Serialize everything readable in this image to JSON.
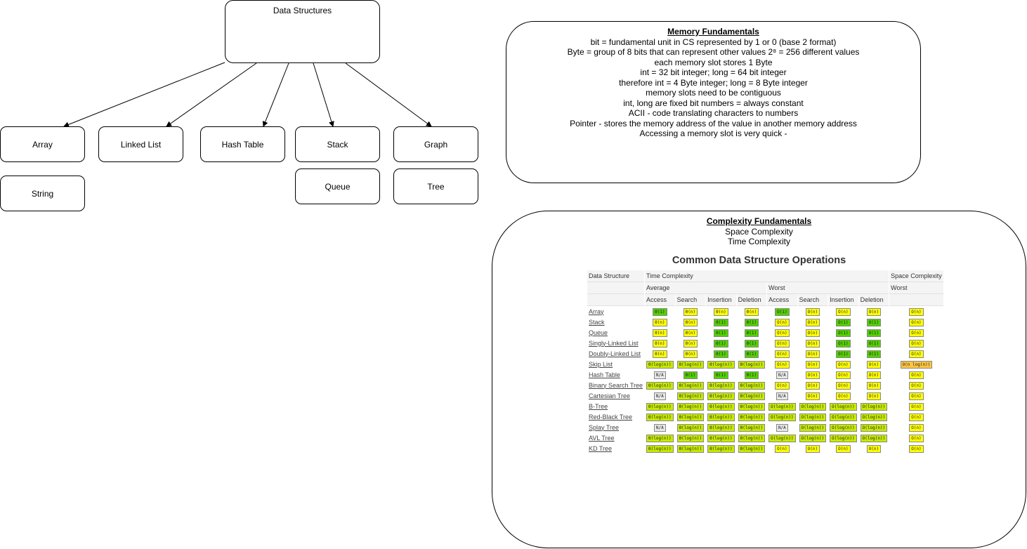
{
  "diagram": {
    "root": "Data Structures",
    "nodes": {
      "array": "Array",
      "linked_list": "Linked List",
      "hash_table": "Hash Table",
      "stack": "Stack",
      "graph": "Graph",
      "string": "String",
      "queue": "Queue",
      "tree": "Tree"
    }
  },
  "memory": {
    "title": "Memory Fundamentals",
    "lines": [
      "bit = fundamental unit in CS represented by 1 or 0 (base 2 format)",
      "Byte = group of 8 bits that can represent other values 2⁸ = 256 different values",
      "each memory slot stores 1 Byte",
      "int = 32 bit integer; long = 64 bit integer",
      "therefore int = 4 Byte integer; long = 8 Byte integer",
      "memory slots need to be contiguous",
      "int, long are fixed bit numbers = always constant",
      "ACII - code translating characters to numbers",
      "Pointer - stores the memory address of the value in another memory address",
      "Accessing a memory slot is very quick -"
    ]
  },
  "complexity": {
    "title": "Complexity Fundamentals",
    "lines": [
      "Space Complexity",
      "Time Complexity"
    ],
    "table_title": "Common Data Structure Operations",
    "headers": {
      "data_structure": "Data Structure",
      "time": "Time Complexity",
      "space": "Space Complexity",
      "average": "Average",
      "worst": "Worst",
      "worst_space": "Worst",
      "ops": [
        "Access",
        "Search",
        "Insertion",
        "Deletion",
        "Access",
        "Search",
        "Insertion",
        "Deletion"
      ]
    },
    "colors": {
      "green": "#53d000",
      "lightgreen": "#c8ea00",
      "yellow": "#ffff00",
      "orange": "#ffc543",
      "na": "#e8e8e8"
    },
    "rows": [
      {
        "name": "Array",
        "cells": [
          [
            "Θ(1)",
            "green"
          ],
          [
            "Θ(n)",
            "yellow"
          ],
          [
            "Θ(n)",
            "yellow"
          ],
          [
            "Θ(n)",
            "yellow"
          ],
          [
            "O(1)",
            "green"
          ],
          [
            "O(n)",
            "yellow"
          ],
          [
            "O(n)",
            "yellow"
          ],
          [
            "O(n)",
            "yellow"
          ],
          [
            "O(n)",
            "yellow"
          ]
        ]
      },
      {
        "name": "Stack",
        "cells": [
          [
            "Θ(n)",
            "yellow"
          ],
          [
            "Θ(n)",
            "yellow"
          ],
          [
            "Θ(1)",
            "green"
          ],
          [
            "Θ(1)",
            "green"
          ],
          [
            "O(n)",
            "yellow"
          ],
          [
            "O(n)",
            "yellow"
          ],
          [
            "O(1)",
            "green"
          ],
          [
            "O(1)",
            "green"
          ],
          [
            "O(n)",
            "yellow"
          ]
        ]
      },
      {
        "name": "Queue",
        "cells": [
          [
            "Θ(n)",
            "yellow"
          ],
          [
            "Θ(n)",
            "yellow"
          ],
          [
            "Θ(1)",
            "green"
          ],
          [
            "Θ(1)",
            "green"
          ],
          [
            "O(n)",
            "yellow"
          ],
          [
            "O(n)",
            "yellow"
          ],
          [
            "O(1)",
            "green"
          ],
          [
            "O(1)",
            "green"
          ],
          [
            "O(n)",
            "yellow"
          ]
        ]
      },
      {
        "name": "Singly-Linked List",
        "cells": [
          [
            "Θ(n)",
            "yellow"
          ],
          [
            "Θ(n)",
            "yellow"
          ],
          [
            "Θ(1)",
            "green"
          ],
          [
            "Θ(1)",
            "green"
          ],
          [
            "O(n)",
            "yellow"
          ],
          [
            "O(n)",
            "yellow"
          ],
          [
            "O(1)",
            "green"
          ],
          [
            "O(1)",
            "green"
          ],
          [
            "O(n)",
            "yellow"
          ]
        ]
      },
      {
        "name": "Doubly-Linked List",
        "cells": [
          [
            "Θ(n)",
            "yellow"
          ],
          [
            "Θ(n)",
            "yellow"
          ],
          [
            "Θ(1)",
            "green"
          ],
          [
            "Θ(1)",
            "green"
          ],
          [
            "O(n)",
            "yellow"
          ],
          [
            "O(n)",
            "yellow"
          ],
          [
            "O(1)",
            "green"
          ],
          [
            "O(1)",
            "green"
          ],
          [
            "O(n)",
            "yellow"
          ]
        ]
      },
      {
        "name": "Skip List",
        "cells": [
          [
            "Θ(log(n))",
            "lightgreen"
          ],
          [
            "Θ(log(n))",
            "lightgreen"
          ],
          [
            "Θ(log(n))",
            "lightgreen"
          ],
          [
            "Θ(log(n))",
            "lightgreen"
          ],
          [
            "O(n)",
            "yellow"
          ],
          [
            "O(n)",
            "yellow"
          ],
          [
            "O(n)",
            "yellow"
          ],
          [
            "O(n)",
            "yellow"
          ],
          [
            "O(n log(n))",
            "orange"
          ]
        ]
      },
      {
        "name": "Hash Table",
        "cells": [
          [
            "N/A",
            "na"
          ],
          [
            "Θ(1)",
            "green"
          ],
          [
            "Θ(1)",
            "green"
          ],
          [
            "Θ(1)",
            "green"
          ],
          [
            "N/A",
            "na"
          ],
          [
            "O(n)",
            "yellow"
          ],
          [
            "O(n)",
            "yellow"
          ],
          [
            "O(n)",
            "yellow"
          ],
          [
            "O(n)",
            "yellow"
          ]
        ]
      },
      {
        "name": "Binary Search Tree",
        "cells": [
          [
            "Θ(log(n))",
            "lightgreen"
          ],
          [
            "Θ(log(n))",
            "lightgreen"
          ],
          [
            "Θ(log(n))",
            "lightgreen"
          ],
          [
            "Θ(log(n))",
            "lightgreen"
          ],
          [
            "O(n)",
            "yellow"
          ],
          [
            "O(n)",
            "yellow"
          ],
          [
            "O(n)",
            "yellow"
          ],
          [
            "O(n)",
            "yellow"
          ],
          [
            "O(n)",
            "yellow"
          ]
        ]
      },
      {
        "name": "Cartesian Tree",
        "cells": [
          [
            "N/A",
            "na"
          ],
          [
            "Θ(log(n))",
            "lightgreen"
          ],
          [
            "Θ(log(n))",
            "lightgreen"
          ],
          [
            "Θ(log(n))",
            "lightgreen"
          ],
          [
            "N/A",
            "na"
          ],
          [
            "O(n)",
            "yellow"
          ],
          [
            "O(n)",
            "yellow"
          ],
          [
            "O(n)",
            "yellow"
          ],
          [
            "O(n)",
            "yellow"
          ]
        ]
      },
      {
        "name": "B-Tree",
        "cells": [
          [
            "Θ(log(n))",
            "lightgreen"
          ],
          [
            "Θ(log(n))",
            "lightgreen"
          ],
          [
            "Θ(log(n))",
            "lightgreen"
          ],
          [
            "Θ(log(n))",
            "lightgreen"
          ],
          [
            "O(log(n))",
            "lightgreen"
          ],
          [
            "O(log(n))",
            "lightgreen"
          ],
          [
            "O(log(n))",
            "lightgreen"
          ],
          [
            "O(log(n))",
            "lightgreen"
          ],
          [
            "O(n)",
            "yellow"
          ]
        ]
      },
      {
        "name": "Red-Black Tree",
        "cells": [
          [
            "Θ(log(n))",
            "lightgreen"
          ],
          [
            "Θ(log(n))",
            "lightgreen"
          ],
          [
            "Θ(log(n))",
            "lightgreen"
          ],
          [
            "Θ(log(n))",
            "lightgreen"
          ],
          [
            "O(log(n))",
            "lightgreen"
          ],
          [
            "O(log(n))",
            "lightgreen"
          ],
          [
            "O(log(n))",
            "lightgreen"
          ],
          [
            "O(log(n))",
            "lightgreen"
          ],
          [
            "O(n)",
            "yellow"
          ]
        ]
      },
      {
        "name": "Splay Tree",
        "cells": [
          [
            "N/A",
            "na"
          ],
          [
            "Θ(log(n))",
            "lightgreen"
          ],
          [
            "Θ(log(n))",
            "lightgreen"
          ],
          [
            "Θ(log(n))",
            "lightgreen"
          ],
          [
            "N/A",
            "na"
          ],
          [
            "O(log(n))",
            "lightgreen"
          ],
          [
            "O(log(n))",
            "lightgreen"
          ],
          [
            "O(log(n))",
            "lightgreen"
          ],
          [
            "O(n)",
            "yellow"
          ]
        ]
      },
      {
        "name": "AVL Tree",
        "cells": [
          [
            "Θ(log(n))",
            "lightgreen"
          ],
          [
            "Θ(log(n))",
            "lightgreen"
          ],
          [
            "Θ(log(n))",
            "lightgreen"
          ],
          [
            "Θ(log(n))",
            "lightgreen"
          ],
          [
            "O(log(n))",
            "lightgreen"
          ],
          [
            "O(log(n))",
            "lightgreen"
          ],
          [
            "O(log(n))",
            "lightgreen"
          ],
          [
            "O(log(n))",
            "lightgreen"
          ],
          [
            "O(n)",
            "yellow"
          ]
        ]
      },
      {
        "name": "KD Tree",
        "cells": [
          [
            "Θ(log(n))",
            "lightgreen"
          ],
          [
            "Θ(log(n))",
            "lightgreen"
          ],
          [
            "Θ(log(n))",
            "lightgreen"
          ],
          [
            "Θ(log(n))",
            "lightgreen"
          ],
          [
            "O(n)",
            "yellow"
          ],
          [
            "O(n)",
            "yellow"
          ],
          [
            "O(n)",
            "yellow"
          ],
          [
            "O(n)",
            "yellow"
          ],
          [
            "O(n)",
            "yellow"
          ]
        ]
      }
    ]
  }
}
